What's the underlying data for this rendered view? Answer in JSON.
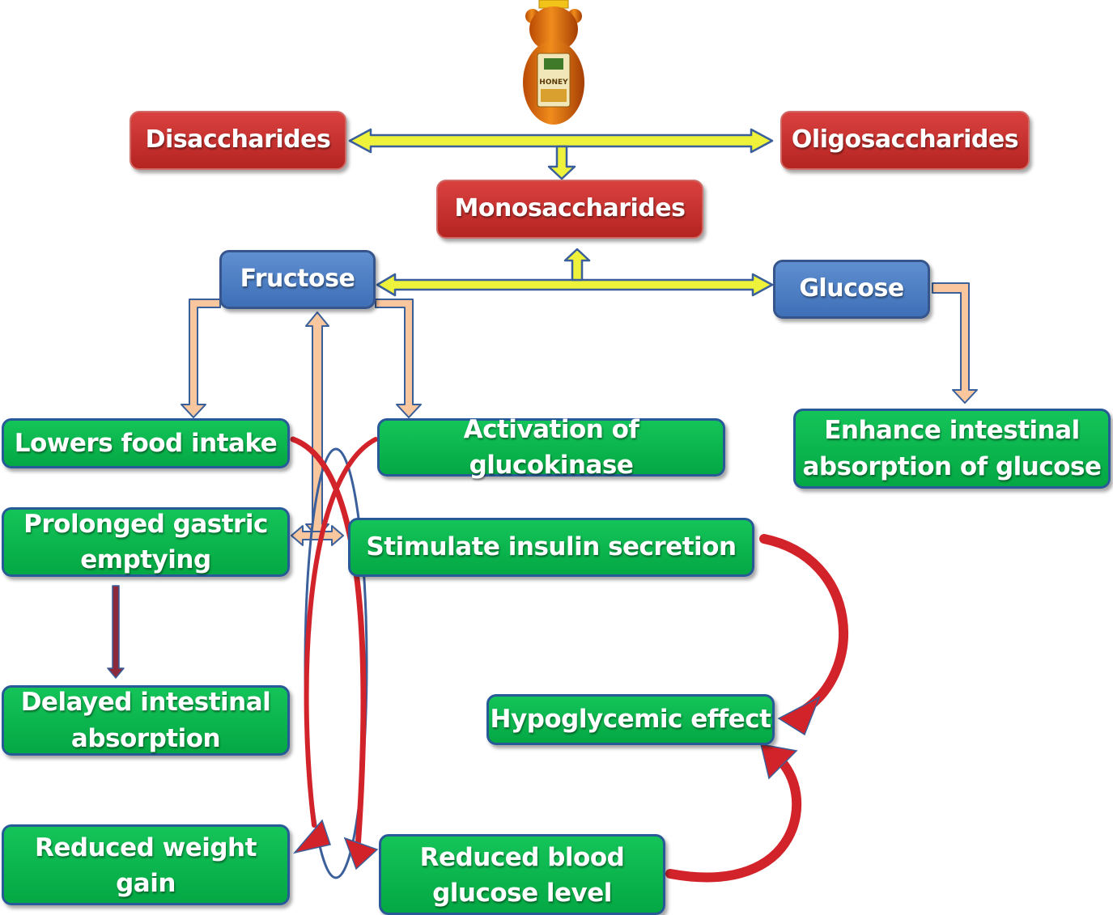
{
  "top": {
    "disaccharides": "Disaccharides",
    "oligosaccharides": "Oligosaccharides",
    "monosaccharides": "Monosaccharides"
  },
  "honey_label": "HONEY",
  "sugars": {
    "fructose": "Fructose",
    "glucose": "Glucose"
  },
  "effects": {
    "lowers_food_intake": "Lowers food intake",
    "activation_glucokinase": "Activation of glucokinase",
    "enhance_line1": "Enhance intestinal",
    "enhance_line2": "absorption of glucose",
    "prolonged_line1": "Prolonged gastric",
    "prolonged_line2": "emptying",
    "stimulate_insulin": "Stimulate insulin secretion",
    "delayed_line1": "Delayed intestinal",
    "delayed_line2": "absorption",
    "hypoglycemic": "Hypoglycemic effect",
    "reduced_weight_line1": "Reduced weight",
    "reduced_weight_line2": "gain",
    "reduced_blood_line1": "Reduced blood",
    "reduced_blood_line2": "glucose level"
  },
  "colors": {
    "red_box": "#c8302d",
    "blue_box": "#4f7fc4",
    "green_box": "#0bb44f",
    "yellow_arrow": "#eef23a",
    "peach_arrow": "#f9c69e",
    "red_arrow": "#d2232a",
    "outline_blue": "#3a5f9a"
  }
}
